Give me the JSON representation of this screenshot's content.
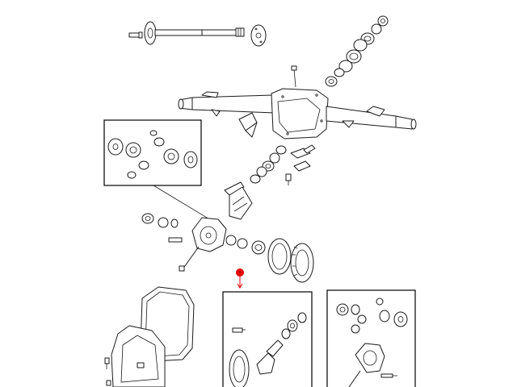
{
  "colors": {
    "background": "#ffffff",
    "line": "#1a1a1a",
    "callout_marker": "#e00000"
  },
  "groups": [
    {
      "name": "axle-shafts-group"
    },
    {
      "name": "axle-housing-group"
    },
    {
      "name": "differential-gears-inset"
    },
    {
      "name": "carrier-and-bearings-group"
    },
    {
      "name": "cover-and-gasket-group"
    },
    {
      "name": "ring-and-pinion-inset"
    },
    {
      "name": "differential-case-inset"
    }
  ],
  "callout": {
    "marker": "red-dot",
    "target": "ring-and-pinion-inset"
  }
}
